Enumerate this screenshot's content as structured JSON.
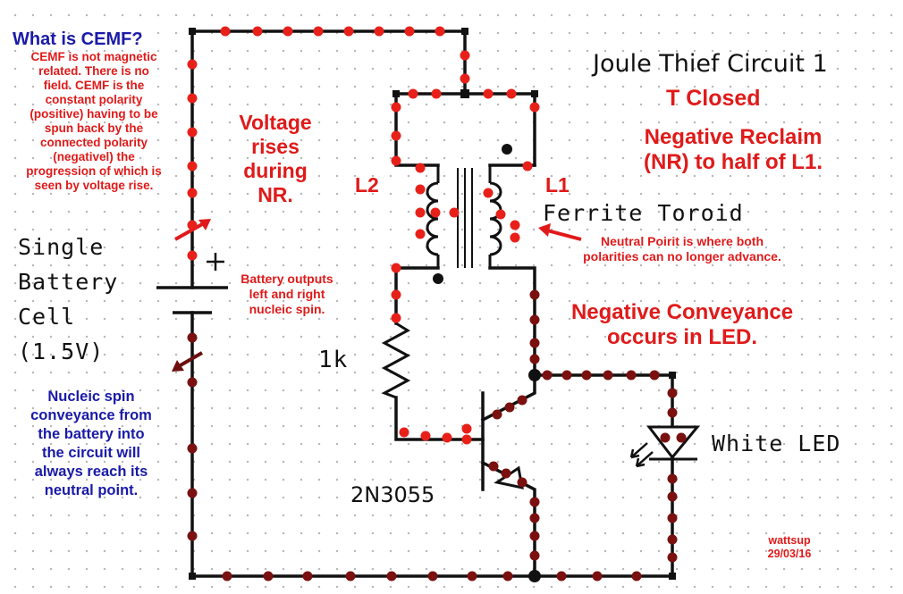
{
  "title": "Joule Thief Circuit 1",
  "cemf": {
    "heading": "What is CEMF?",
    "lines": [
      "CEMF is not magnetic",
      "related. There is no",
      "field. CEMF is the",
      "constant polarity",
      "(positive) having to be",
      "spun back by the",
      "connected polarity",
      "(negativel) the",
      "progression of which is",
      "seen by voltage rise."
    ]
  },
  "voltage_rises": [
    "Voltage",
    "rises",
    "during",
    "NR."
  ],
  "battery_label": [
    "Single",
    "Battery",
    "Cell",
    "(1.5V)"
  ],
  "battery_outputs": [
    "Battery outputs",
    "left and right",
    "nucleic spin."
  ],
  "nucleic": [
    "Nucleic spin",
    "conveyance from",
    "the battery into",
    "the circuit will",
    "always reach its",
    "neutral point."
  ],
  "state": "T Closed",
  "negative_reclaim": [
    "Negative Reclaim",
    "(NR) to half of L1."
  ],
  "l2": "L2",
  "l1": "L1",
  "ferrite": "Ferrite Toroid",
  "neutral_point": [
    "Neutral Poirit is where both",
    "polarities can no longer advance."
  ],
  "negative_conveyance": [
    "Negative Conveyance",
    "occurs in LED."
  ],
  "resistor": "1k",
  "transistor": "2N3055",
  "led": "White LED",
  "plus": "+",
  "author": "wattsup",
  "date": "29/03/16",
  "colors": {
    "heading_blue": "#1a1aa8",
    "note_red": "#e01a1a",
    "wire": "#111111",
    "dot_red": "#e8201a",
    "dot_dark": "#7a1010"
  }
}
